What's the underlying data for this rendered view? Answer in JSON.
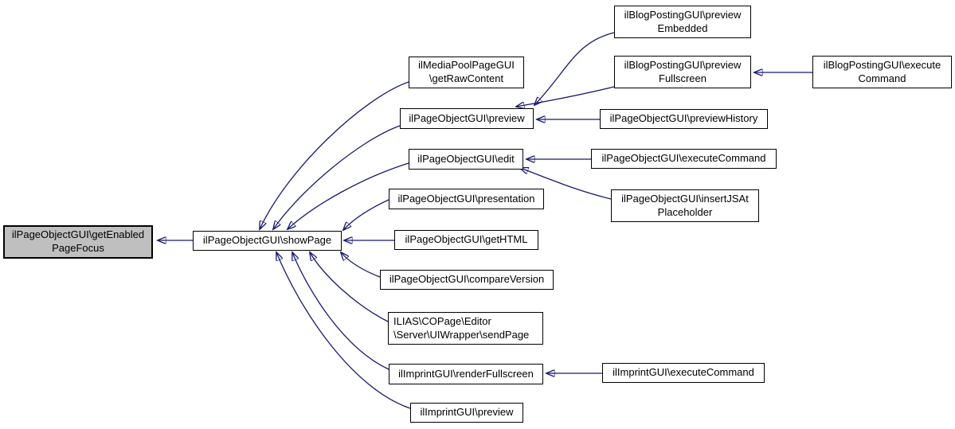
{
  "diagram": {
    "kind": "doxygen-caller-graph",
    "focus_function": "ilPageObjectGUI\\getEnabledPageFocus",
    "colors": {
      "focus_node_fill": "#bfbfbf",
      "node_fill": "#ffffff",
      "node_border": "#000000",
      "edge": "#191970",
      "background": "#ffffff"
    }
  },
  "nodes": {
    "getEnabledPageFocus": {
      "label": "ilPageObjectGUI\\getEnabled\nPageFocus"
    },
    "showPage": {
      "label": "ilPageObjectGUI\\showPage"
    },
    "getRawContent": {
      "label": "ilMediaPoolPageGUI\n\\getRawContent"
    },
    "preview": {
      "label": "ilPageObjectGUI\\preview"
    },
    "edit": {
      "label": "ilPageObjectGUI\\edit"
    },
    "presentation": {
      "label": "ilPageObjectGUI\\presentation"
    },
    "getHTML": {
      "label": "ilPageObjectGUI\\getHTML"
    },
    "compareVersion": {
      "label": "ilPageObjectGUI\\compareVersion"
    },
    "sendPage": {
      "label": "ILIAS\\COPage\\Editor\n\\Server\\UIWrapper\\sendPage"
    },
    "renderFullscreen": {
      "label": "ilImprintGUI\\renderFullscreen"
    },
    "imprintPreview": {
      "label": "ilImprintGUI\\preview"
    },
    "previewEmbedded": {
      "label": "ilBlogPostingGUI\\preview\nEmbedded"
    },
    "previewFullscreen": {
      "label": "ilBlogPostingGUI\\preview\nFullscreen"
    },
    "blogExecuteCommand": {
      "label": "ilBlogPostingGUI\\execute\nCommand"
    },
    "previewHistory": {
      "label": "ilPageObjectGUI\\previewHistory"
    },
    "pageExecuteCommand": {
      "label": "ilPageObjectGUI\\executeCommand"
    },
    "insertJSAtPlaceholder": {
      "label": "ilPageObjectGUI\\insertJSAt\nPlaceholder"
    },
    "imprintExecuteCommand": {
      "label": "ilImprintGUI\\executeCommand"
    }
  },
  "edges": [
    {
      "from": "showPage",
      "to": "getEnabledPageFocus"
    },
    {
      "from": "getRawContent",
      "to": "showPage"
    },
    {
      "from": "preview",
      "to": "showPage"
    },
    {
      "from": "edit",
      "to": "showPage"
    },
    {
      "from": "presentation",
      "to": "showPage"
    },
    {
      "from": "getHTML",
      "to": "showPage"
    },
    {
      "from": "compareVersion",
      "to": "showPage"
    },
    {
      "from": "sendPage",
      "to": "showPage"
    },
    {
      "from": "renderFullscreen",
      "to": "showPage"
    },
    {
      "from": "imprintPreview",
      "to": "showPage"
    },
    {
      "from": "previewEmbedded",
      "to": "preview"
    },
    {
      "from": "previewFullscreen",
      "to": "preview"
    },
    {
      "from": "previewHistory",
      "to": "preview"
    },
    {
      "from": "pageExecuteCommand",
      "to": "edit"
    },
    {
      "from": "insertJSAtPlaceholder",
      "to": "edit"
    },
    {
      "from": "blogExecuteCommand",
      "to": "previewFullscreen"
    },
    {
      "from": "imprintExecuteCommand",
      "to": "renderFullscreen"
    }
  ]
}
